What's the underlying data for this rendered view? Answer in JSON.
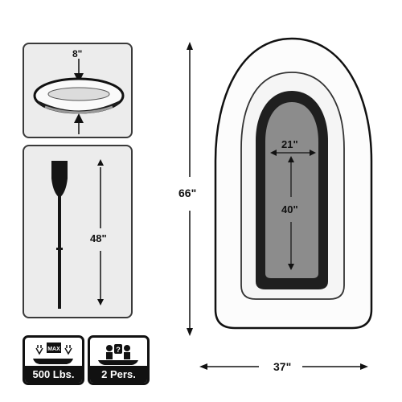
{
  "dimensions": {
    "thickness": "8\"",
    "paddle_length": "48\"",
    "boat_length": "66\"",
    "boat_width": "37\"",
    "floor_width": "21\"",
    "floor_length": "40\""
  },
  "badges": {
    "max_load": {
      "icon_label": "MAX",
      "value": "500 Lbs."
    },
    "capacity": {
      "value": "2 Pers."
    }
  },
  "colors": {
    "outline": "#1a1a1a",
    "panel_bg": "#ececec",
    "floor_dark": "#1f1f1f",
    "floor_gray": "#8c8c8c"
  }
}
